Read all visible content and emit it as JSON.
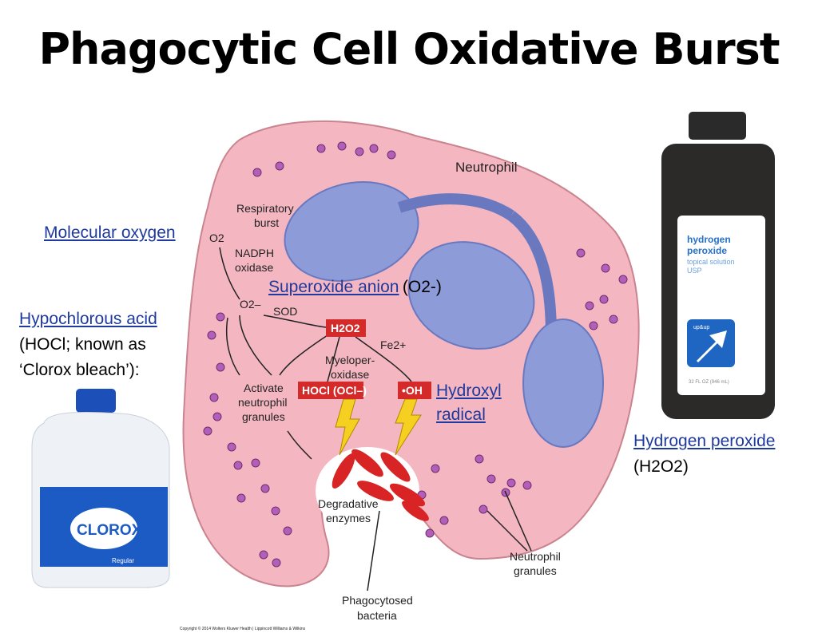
{
  "title": "Phagocytic Cell Oxidative Burst",
  "labels": {
    "molecular_oxygen": "Molecular oxygen",
    "superoxide_anion": "Superoxide anion",
    "superoxide_formula": "(O2-)",
    "hypochlorous_acid": "Hypochlorous acid",
    "hocl_note_1": "(HOCl; known as",
    "hocl_note_2": "‘Clorox bleach’):",
    "hydroxyl_1": "Hydroxyl",
    "hydroxyl_2": "radical",
    "hydrogen_peroxide": "Hydrogen peroxide",
    "h2o2_formula": "(H2O2)"
  },
  "diagram": {
    "neutrophil": "Neutrophil",
    "respiratory_1": "Respiratory",
    "respiratory_2": "burst",
    "o2": "O2",
    "nadph_1": "NADPH",
    "nadph_2": "oxidase",
    "o2minus": "O2–",
    "sod": "SOD",
    "h2o2": "H2O2",
    "fe": "Fe2+",
    "mpo_1": "Myeloper-",
    "mpo_2": "oxidase",
    "activate_1": "Activate",
    "activate_2": "neutrophil",
    "activate_3": "granules",
    "hocl": "HOCl (OCl–)",
    "oh": "•OH",
    "degrad_1": "Degradative",
    "degrad_2": "enzymes",
    "granules_1": "Neutrophil",
    "granules_2": "granules",
    "phago_1": "Phagocytosed",
    "phago_2": "bacteria",
    "copyright": "Copyright © 2014 Wolters Kluwer Health | Lippincott Williams & Wilkins"
  },
  "bottles": {
    "clorox": "CLOROX",
    "clorox_sub": "Regular",
    "peroxide_1": "hydrogen",
    "peroxide_2": "peroxide",
    "peroxide_3": "topical solution",
    "peroxide_4": "USP",
    "brand": "up&up",
    "volume": "32 FL OZ (946 mL)"
  },
  "colors": {
    "link": "#1f3a9e",
    "cell": "#f3b6c0",
    "nucleus": "#8c9ad8",
    "granule": "#b05bb5",
    "box": "#d42a2a"
  }
}
